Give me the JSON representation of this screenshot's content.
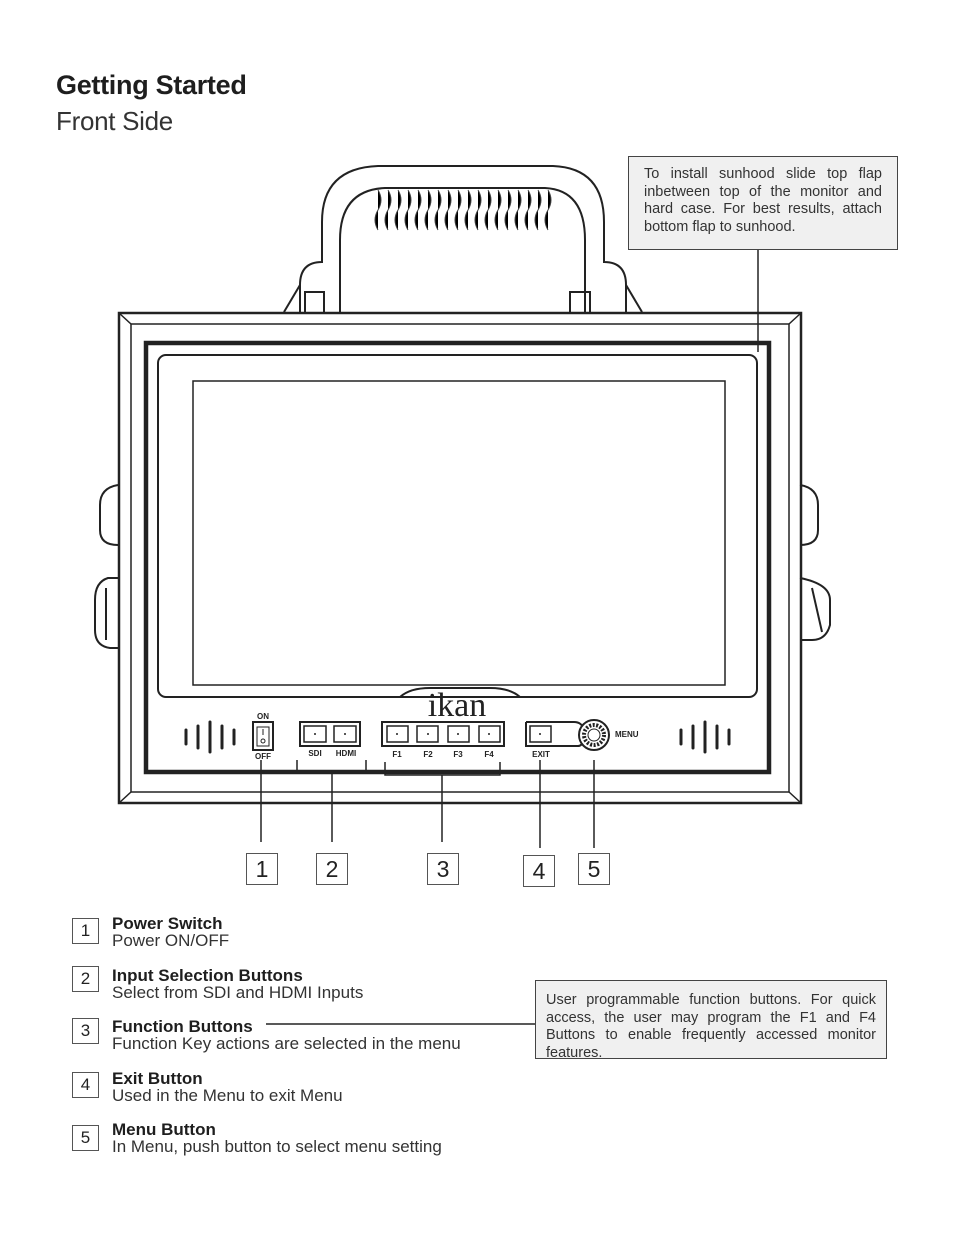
{
  "header": {
    "title": "Getting Started",
    "subtitle": "Front Side"
  },
  "callouts": {
    "sunhood_note": "To install sunhood slide top flap inbetween top of the monitor and hard case. For best results, attach bottom flap to sunhood.",
    "function_note": "User programmable function buttons. For quick access, the user may program the F1 and F4 Buttons to enable frequently accessed monitor features."
  },
  "device": {
    "brand": "ikan",
    "switch_on_label": "ON",
    "switch_off_label": "OFF",
    "input_buttons": [
      "SDI",
      "HDMI"
    ],
    "function_buttons": [
      "F1",
      "F2",
      "F3",
      "F4"
    ],
    "exit_label": "EXIT",
    "menu_label": "MENU"
  },
  "markers": [
    "1",
    "2",
    "3",
    "4",
    "5"
  ],
  "legend": [
    {
      "num": "1",
      "title": "Power Switch",
      "desc": "Power ON/OFF"
    },
    {
      "num": "2",
      "title": "Input Selection Buttons",
      "desc": "Select from SDI and HDMI Inputs"
    },
    {
      "num": "3",
      "title": "Function Buttons",
      "desc": "Function Key actions are selected in the menu"
    },
    {
      "num": "4",
      "title": "Exit Button",
      "desc": "Used in the Menu to exit Menu"
    },
    {
      "num": "5",
      "title": "Menu Button",
      "desc": "In Menu, push button to select menu setting"
    }
  ]
}
